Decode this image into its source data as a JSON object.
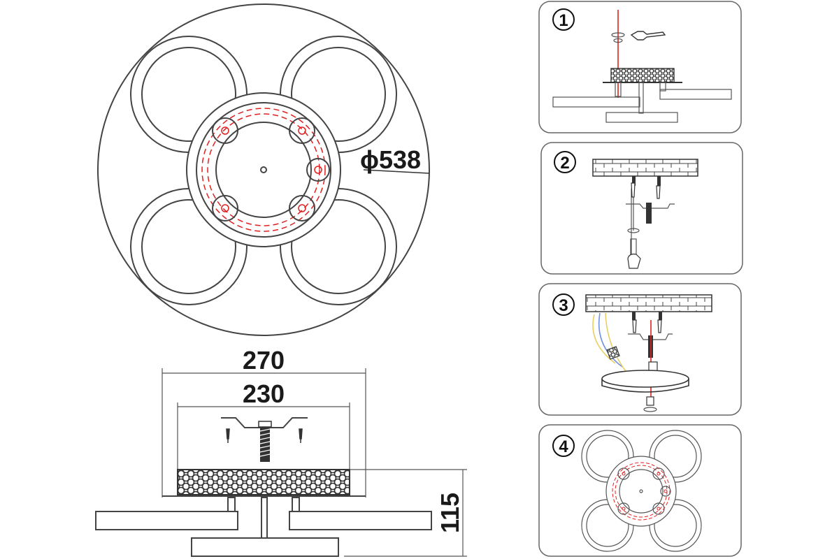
{
  "dimensions": {
    "diameter": "ϕ538",
    "outer_width": "270",
    "inner_width": "230",
    "height": "115"
  },
  "steps": [
    {
      "number": "1"
    },
    {
      "number": "2"
    },
    {
      "number": "3"
    },
    {
      "number": "4"
    }
  ],
  "colors": {
    "line": "#444444",
    "wire": "#e02020",
    "wire_yellow": "#e8d060",
    "wire_blue": "#7090e0"
  }
}
